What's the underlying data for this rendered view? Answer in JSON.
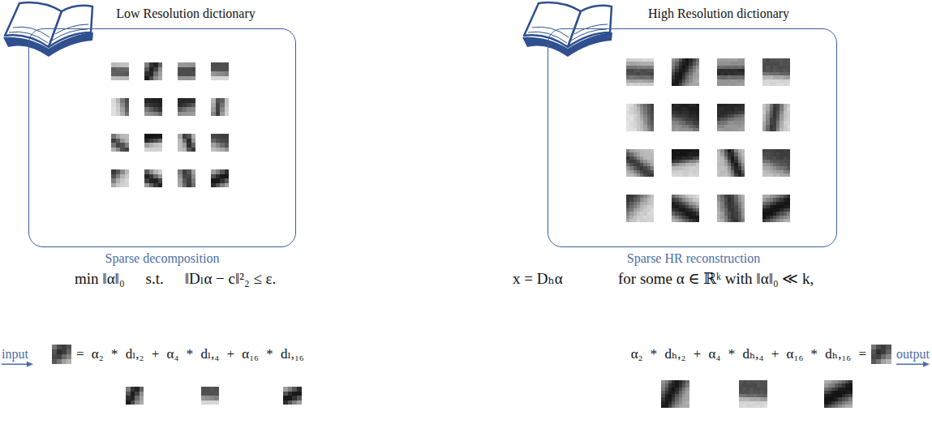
{
  "diagram": {
    "nodes": [
      {
        "text": [
          "Low Resolution dictionary"
        ]
      },
      {
        "text": [
          "High Resolution dictionary"
        ]
      }
    ],
    "labels": [
      "Sparse decomposition",
      "min ‖α‖₀",
      "s.t.",
      "‖Dₗα − c‖²₂ ≤ ε.",
      "Sparse HR reconstruction",
      "x = Dₕα",
      "for some α ∈ ℝᵏ with ‖α‖₀ ≪ k,",
      "input",
      "= α₂ * dₗ,₂ + α₄ * dₗ,₄ + α₁₆ * dₗ,₁₆",
      "α₂ * dₕ,₂ + α₄ * dₕ,₄ + α₁₆ * dₕ,₁₆ =",
      "output"
    ]
  }
}
